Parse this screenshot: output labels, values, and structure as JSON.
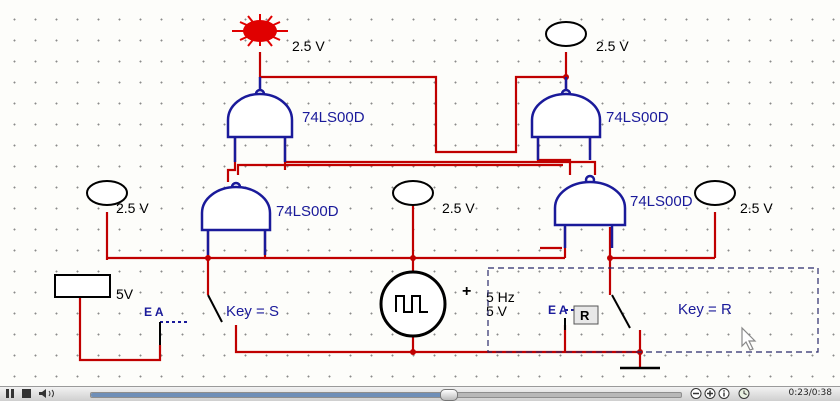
{
  "circuit": {
    "gates": [
      {
        "label": "74LS00D"
      },
      {
        "label": "74LS00D"
      },
      {
        "label": "74LS00D"
      },
      {
        "label": "74LS00D"
      }
    ],
    "probes": [
      {
        "label": "2.5 V",
        "state": "lit",
        "color": "#e00000"
      },
      {
        "label": "2.5 V",
        "state": "off"
      },
      {
        "label": "2.5 V",
        "state": "off"
      },
      {
        "label": "2.5 V",
        "state": "off"
      },
      {
        "label": "2.5 V",
        "state": "off"
      }
    ],
    "dc_source": {
      "label": "5V"
    },
    "clock_source": {
      "frequency": "5 Hz",
      "amplitude": "5 V",
      "polarity": "+"
    },
    "switches": [
      {
        "key_label": "Key = S",
        "hotkey": "E A"
      },
      {
        "key_label": "Key = R",
        "hotkey": "E A",
        "tooltip": "R"
      }
    ],
    "colors": {
      "wire": "#c00000",
      "gate": "#1a1a9a",
      "probe_lit": "#e00000"
    }
  },
  "player": {
    "time": "0:23/0:38",
    "progress": 0.605,
    "icons": [
      "pause-icon",
      "stop-icon",
      "volume-icon",
      "zoom-out-icon",
      "zoom-in-icon",
      "info-icon",
      "clock-icon"
    ]
  }
}
